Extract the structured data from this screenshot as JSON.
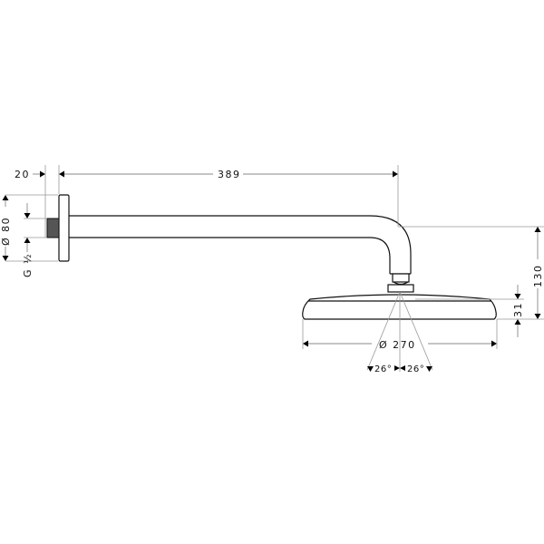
{
  "drawing": {
    "subject": "Overhead shower with wall arm - dimension drawing",
    "dimensions": {
      "flange_depth": "20",
      "arm_length": "389",
      "flange_diameter": "Ø 80",
      "thread": "G ½",
      "drop_height": "130",
      "head_height": "31",
      "head_diameter": "Ø 270",
      "spray_angle_left": "26°",
      "spray_angle_right": "26°"
    },
    "colors": {
      "line": "#111111",
      "dimension_line": "#888888",
      "background": "#ffffff"
    }
  }
}
